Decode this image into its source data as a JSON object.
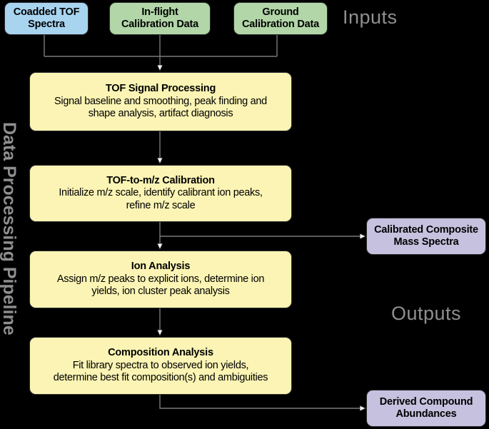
{
  "figure": {
    "background_color": "#000000",
    "section_labels": [
      {
        "name": "inputs",
        "text": "Inputs"
      },
      {
        "name": "outputs",
        "text": "Outputs"
      }
    ],
    "pipeline_label": "Data Processing Pipeline"
  },
  "colors": {
    "input_primary": "#a8d4f0",
    "input_secondary": "#b2d6a8",
    "process": "#fbf4b4",
    "output": "#c5c1de",
    "border": "#2b2b2b",
    "label_gray": "#8f8f8f",
    "edge": "#555555"
  },
  "inputs": [
    {
      "id": "coadded-tof-spectra",
      "line1": "Coadded TOF",
      "line2": "Spectra",
      "color": "#a8d4f0"
    },
    {
      "id": "in-flight-calibration-data",
      "line1": "In-flight",
      "line2": "Calibration Data",
      "color": "#b2d6a8"
    },
    {
      "id": "ground-calibration-data",
      "line1": "Ground",
      "line2": "Calibration Data",
      "color": "#b2d6a8"
    }
  ],
  "processes": [
    {
      "id": "tof-signal-processing",
      "title": "TOF Signal Processing",
      "desc_line1": "Signal baseline and smoothing, peak finding and",
      "desc_line2": "shape analysis, artifact diagnosis"
    },
    {
      "id": "tof-to-mz-calibration",
      "title": "TOF-to-m/z Calibration",
      "desc_line1": "Initialize m/z scale, identify calibrant ion peaks,",
      "desc_line2": "refine m/z scale"
    },
    {
      "id": "ion-analysis",
      "title": "Ion Analysis",
      "desc_line1": "Assign m/z peaks to explicit ions, determine ion",
      "desc_line2": "yields, ion cluster peak analysis"
    },
    {
      "id": "composition-analysis",
      "title": "Composition Analysis",
      "desc_line1": "Fit library spectra to observed ion yields,",
      "desc_line2": "determine best fit composition(s) and ambiguities"
    }
  ],
  "outputs": [
    {
      "id": "calibrated-composite-mass-spectra",
      "line1": "Calibrated Composite",
      "line2": "Mass Spectra"
    },
    {
      "id": "derived-compound-abundances",
      "line1": "Derived Compound",
      "line2": "Abundances"
    }
  ]
}
